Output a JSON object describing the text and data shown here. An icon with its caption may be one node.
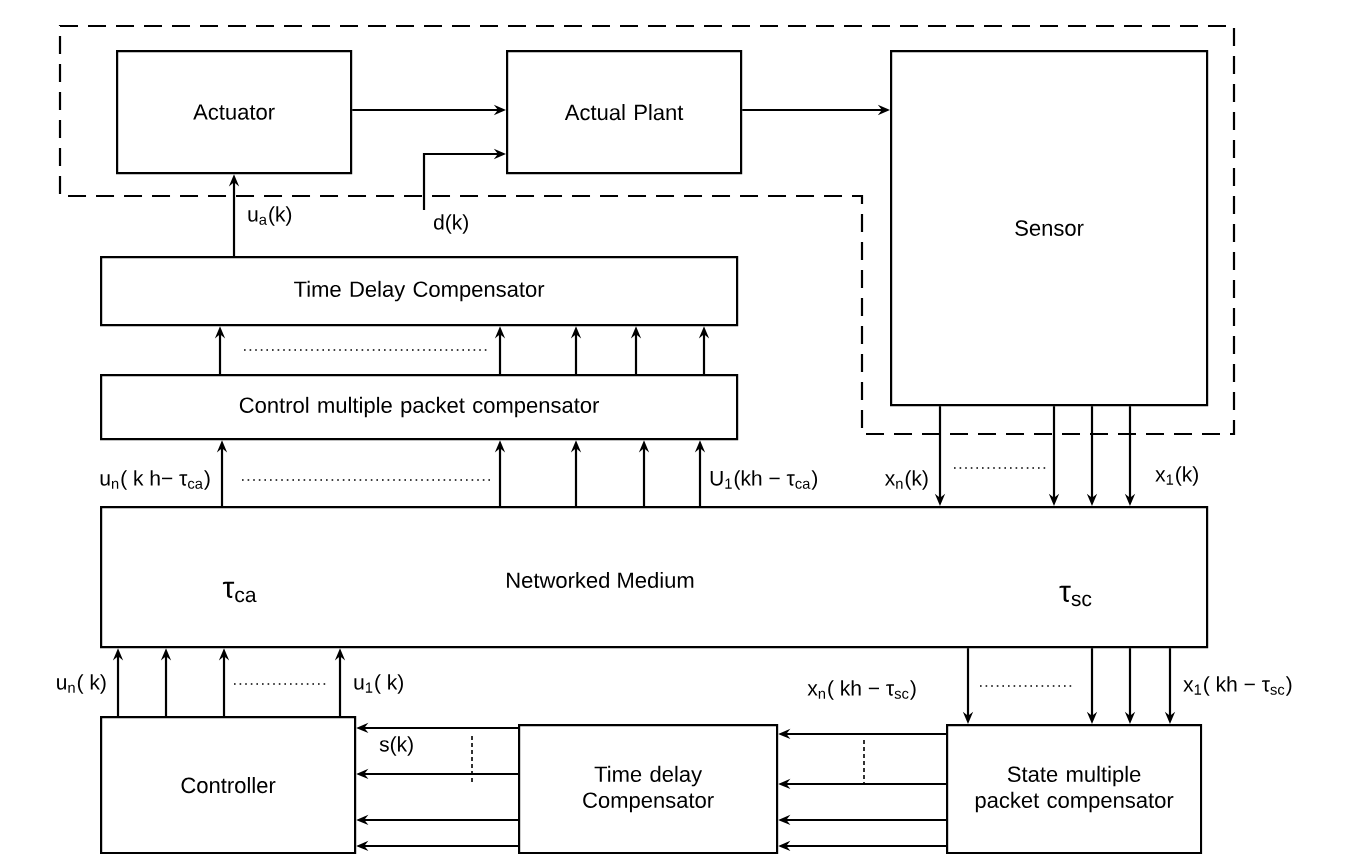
{
  "diagram": {
    "nodes": [
      {
        "text": [
          "Actuator"
        ]
      },
      {
        "text": [
          "Actual Plant"
        ]
      },
      {
        "text": [
          "Sensor"
        ]
      },
      {
        "text": [
          "Time Delay Compensator"
        ]
      },
      {
        "text": [
          "Control multiple packet compensator"
        ]
      },
      {
        "text": [
          "τ$_{ca}$",
          "Networked Medium",
          "τ$_{sc}$"
        ]
      },
      {
        "text": [
          "Controller"
        ]
      },
      {
        "text": [
          "Time delay Compensator"
        ]
      },
      {
        "text": [
          "State multiple packet compensator"
        ]
      }
    ],
    "edges": [
      {
        "from": 0,
        "to": 1,
        "arrow": "to"
      },
      {
        "from": 1,
        "to": 2,
        "arrow": "to"
      },
      {
        "from": 3,
        "to": 0,
        "arrow": "to",
        "label": "u$_{a}$(k)"
      },
      {
        "from": null,
        "to": 1,
        "arrow": "to",
        "label": "d(k)"
      },
      {
        "from": 4,
        "to": 3,
        "arrow": "to"
      },
      {
        "from": 4,
        "to": 3,
        "arrow": "to"
      },
      {
        "from": 4,
        "to": 3,
        "arrow": "to"
      },
      {
        "from": 4,
        "to": 3,
        "arrow": "to"
      },
      {
        "from": 4,
        "to": 3,
        "arrow": "to"
      },
      {
        "from": 5,
        "to": 4,
        "arrow": "to",
        "label": "u$_{n}$( k h− τ$_{ca}$)"
      },
      {
        "from": 5,
        "to": 4,
        "arrow": "to"
      },
      {
        "from": 5,
        "to": 4,
        "arrow": "to"
      },
      {
        "from": 5,
        "to": 4,
        "arrow": "to"
      },
      {
        "from": 5,
        "to": 4,
        "arrow": "to",
        "label": "U$_{1}$(kh − τ$_{ca}$)"
      },
      {
        "from": 2,
        "to": 5,
        "arrow": "to",
        "label": "x$_{n}$(k)"
      },
      {
        "from": 2,
        "to": 5,
        "arrow": "to"
      },
      {
        "from": 2,
        "to": 5,
        "arrow": "to"
      },
      {
        "from": 2,
        "to": 5,
        "arrow": "to",
        "label": "x$_{1}$(k)"
      },
      {
        "from": 6,
        "to": 5,
        "arrow": "to",
        "label": "u$_{n}$( k)"
      },
      {
        "from": 6,
        "to": 5,
        "arrow": "to"
      },
      {
        "from": 6,
        "to": 5,
        "arrow": "to"
      },
      {
        "from": 6,
        "to": 5,
        "arrow": "to",
        "label": "u$_{1}$( k)"
      },
      {
        "from": 5,
        "to": 8,
        "arrow": "to",
        "label": "x$_{n}$( kh − τ$_{sc}$)"
      },
      {
        "from": 5,
        "to": 8,
        "arrow": "to"
      },
      {
        "from": 5,
        "to": 8,
        "arrow": "to"
      },
      {
        "from": 5,
        "to": 8,
        "arrow": "to",
        "label": "x$_{1}$( kh − τ$_{sc}$)"
      },
      {
        "from": 8,
        "to": 7,
        "arrow": "to"
      },
      {
        "from": 8,
        "to": 7,
        "arrow": "to"
      },
      {
        "from": 8,
        "to": 7,
        "arrow": "to"
      },
      {
        "from": 8,
        "to": 7,
        "arrow": "to"
      },
      {
        "from": 7,
        "to": 6,
        "arrow": "to",
        "label": "s(k)"
      },
      {
        "from": 7,
        "to": 6,
        "arrow": "to"
      },
      {
        "from": 7,
        "to": 6,
        "arrow": "to"
      },
      {
        "from": 7,
        "to": 6,
        "arrow": "to"
      }
    ]
  }
}
